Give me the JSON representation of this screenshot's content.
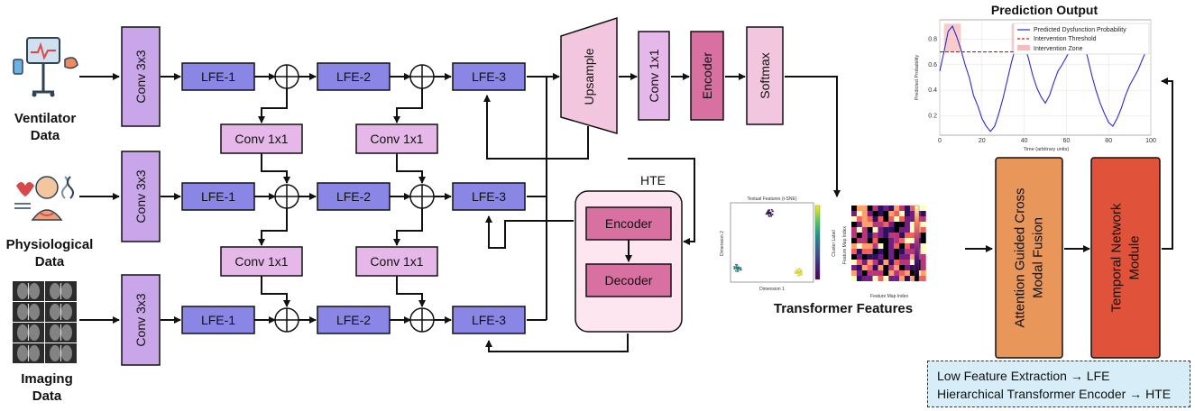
{
  "inputs": {
    "ventilator": [
      "Ventilator",
      "Data"
    ],
    "physiological": [
      "Physiological",
      "Data"
    ],
    "imaging": [
      "Imaging",
      "Data"
    ]
  },
  "blocks": {
    "conv3": "Conv 3x3",
    "lfe1": "LFE-1",
    "lfe2": "LFE-2",
    "lfe3": "LFE-3",
    "conv1": "Conv 1x1",
    "upsample": "Upsample",
    "encoder": "Encoder",
    "decoder": "Decoder",
    "softmax": "Softmax",
    "hte": "HTE",
    "fusion": [
      "Attention Guided Cross",
      "Modal Fusion"
    ],
    "temporal": [
      "Temporal Network",
      "Module"
    ]
  },
  "transformer_features": {
    "caption": "Transformer Features",
    "scatter_title": "Textual Features (t-SNE)",
    "scatter_xlabel": "Dimension 1",
    "scatter_ylabel": "Dimension 2",
    "scatter_cbar_label": "Cluster Label",
    "heatmap_xlabel": "Feature Map Index",
    "heatmap_ylabel": "Feature Map Index"
  },
  "prediction": {
    "title": "Prediction Output",
    "ylabel": "Predicted Probability",
    "xlabel": "Time (arbitrary units)",
    "legend": [
      "Predicted Dysfunction Probability",
      "Intervention Threshold",
      "Intervention Zone"
    ],
    "threshold": 0.7
  },
  "chart_data": {
    "type": "line",
    "title": "Prediction Output",
    "xlabel": "Time (arbitrary units)",
    "ylabel": "Predicted Probability",
    "xlim": [
      0,
      100
    ],
    "ylim": [
      0.05,
      0.95
    ],
    "xticks": [
      0,
      20,
      40,
      60,
      80,
      100
    ],
    "yticks": [
      0.2,
      0.4,
      0.6,
      0.8
    ],
    "series": [
      {
        "name": "Predicted Dysfunction Probability",
        "x": [
          0,
          2,
          4,
          6,
          8,
          10,
          12,
          14,
          16,
          18,
          20,
          22,
          24,
          26,
          28,
          30,
          32,
          34,
          36,
          38,
          40,
          42,
          44,
          46,
          48,
          50,
          52,
          54,
          56,
          58,
          60,
          62,
          64,
          66,
          68,
          70,
          72,
          74,
          76,
          78,
          80,
          82,
          84,
          86,
          88,
          90,
          92,
          94,
          96,
          98
        ],
        "y": [
          0.55,
          0.7,
          0.86,
          0.9,
          0.82,
          0.72,
          0.6,
          0.5,
          0.36,
          0.28,
          0.18,
          0.12,
          0.08,
          0.12,
          0.22,
          0.34,
          0.48,
          0.62,
          0.74,
          0.8,
          0.76,
          0.65,
          0.52,
          0.42,
          0.35,
          0.3,
          0.36,
          0.46,
          0.55,
          0.6,
          0.66,
          0.72,
          0.8,
          0.84,
          0.78,
          0.66,
          0.52,
          0.4,
          0.3,
          0.22,
          0.15,
          0.12,
          0.18,
          0.26,
          0.36,
          0.44,
          0.5,
          0.56,
          0.64,
          0.72
        ]
      },
      {
        "name": "Intervention Threshold",
        "y": [
          0.7
        ]
      }
    ]
  },
  "legend_box": {
    "line1": "Low Feature Extraction → LFE",
    "line2": "Hierarchical Transformer Encoder → HTE"
  },
  "colors": {
    "conv3": "#c9a6ea",
    "lfe": "#8a86e6",
    "conv1": "#e6b8ea",
    "upsample": "#f2c6de",
    "pink_block": "#d970a2",
    "hte_panel": "#fde6f0",
    "fusion": "#e9965a",
    "temporal": "#e0533a",
    "legend_bg": "#d7eef8"
  }
}
